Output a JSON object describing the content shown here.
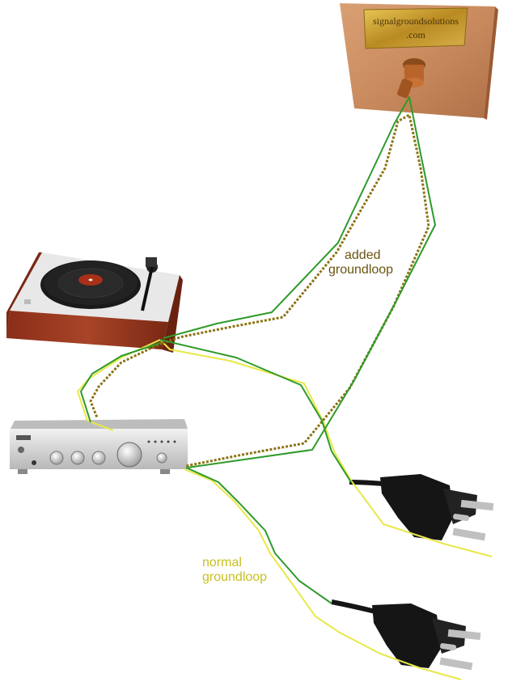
{
  "ground_box": {
    "plate_line1": "signalgroundsolutions",
    "plate_line2": ".com"
  },
  "labels": {
    "added": [
      "added",
      "groundloop"
    ],
    "normal": [
      "normal",
      "groundloop"
    ]
  },
  "colors": {
    "background": "#ffffff",
    "green_wire": "#2e9a2a",
    "yellow_wire": "#e8e84a",
    "olive_wire": "#8a7414",
    "added_label": "#6b5410",
    "normal_label": "#c8c020",
    "wood_box": "#c98b5e",
    "brass_plate": "#c9a030",
    "turntable_plinth": "#9a3a22",
    "amp_silver": "#d6d6d6",
    "plug_black": "#151515",
    "prong_silver": "#c0c0c0"
  },
  "icons": [
    "ground-box-icon",
    "turntable-icon",
    "amplifier-icon",
    "power-plug-icon"
  ]
}
